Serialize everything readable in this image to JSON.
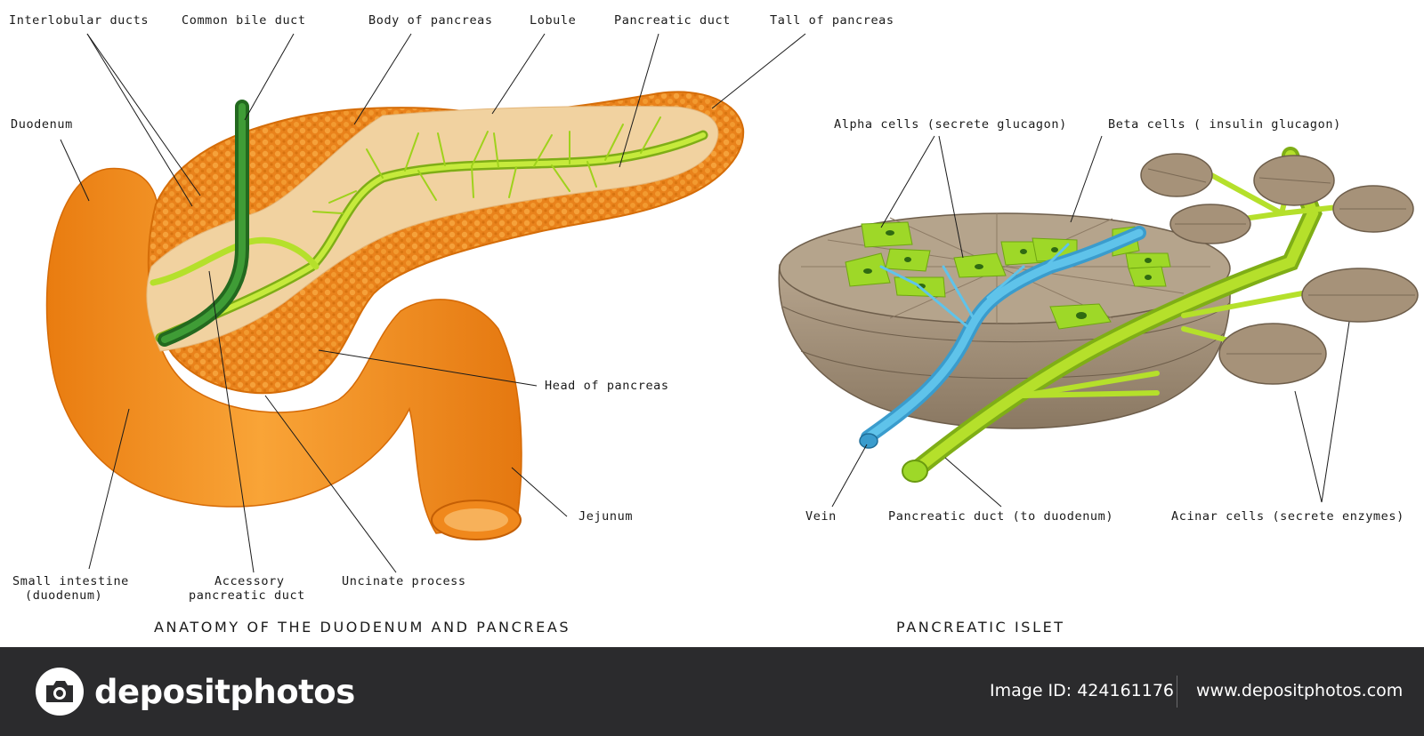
{
  "left_panel": {
    "title": "ANATOMY OF THE DUODENUM AND PANCREAS",
    "labels": {
      "interlobular_ducts": "Interlobular ducts",
      "common_bile_duct": "Common  bile duct",
      "body_of_pancreas": "Body of pancreas",
      "lobule": "Lobule",
      "pancreatic_duct": "Pancreatic duct",
      "tail_of_pancreas": "Tall of pancreas",
      "duodenum": "Duodenum",
      "head_of_pancreas": "Head of pancreas",
      "jejunum": "Jejunum",
      "small_intestine": "Small intestine",
      "small_intestine_sub": "(duodenum)",
      "accessory_duct": "Accessory",
      "accessory_duct_sub": "pancreatic duct",
      "uncinate_process": "Uncinate process"
    }
  },
  "right_panel": {
    "title": "PANCREATIC ISLET",
    "labels": {
      "alpha_cells": "Alpha cells (secrete glucagon)",
      "beta_cells": "Beta cells ( insulin glucagon)",
      "vein": "Vein",
      "pancreatic_duct": "Pancreatic duct (to duodenum)",
      "acinar_cells": "Acinar cells (secrete enzymes)"
    }
  },
  "footer": {
    "brand": "depositphotos",
    "image_id": "Image ID: 424161176",
    "url": "www.depositphotos.com"
  },
  "colors": {
    "duodenum": "#f5901e",
    "pancreas": "#ef8a1f",
    "parenchyma": "#f1d2a0",
    "pancreatic_duct": "#b5e02b",
    "bile_duct": "#2f8c2c",
    "islet_tissue": "#a08e77",
    "alpha_cells": "#9ed828",
    "vein": "#4fb6de",
    "footer": "#2b2b2d"
  }
}
